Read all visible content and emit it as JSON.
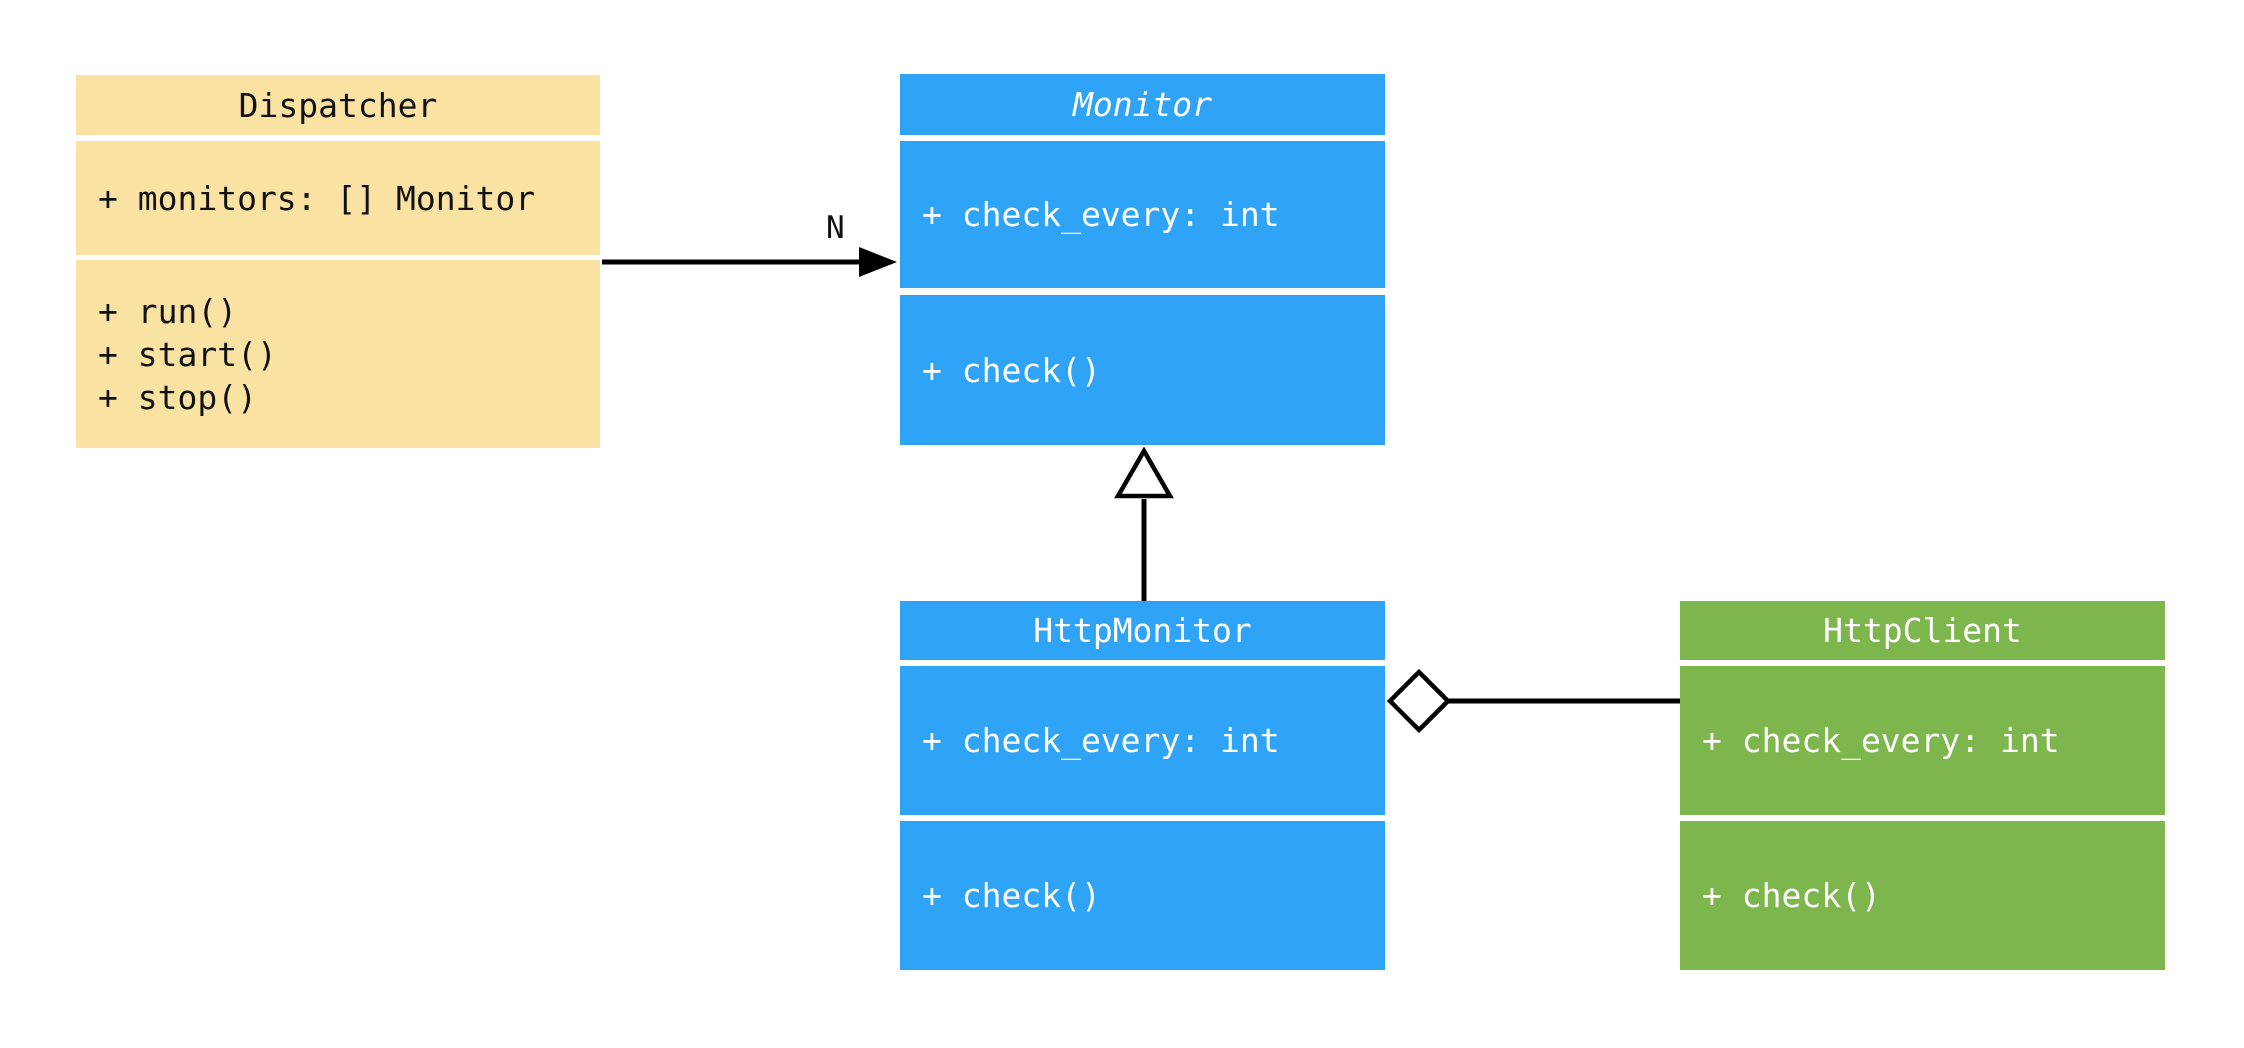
{
  "diagram": {
    "kind": "uml-class-diagram",
    "background": "#FFFFFF",
    "classes": [
      {
        "name": "Dispatcher",
        "abstract": false,
        "fill": "#FAE3A2",
        "text_color": "#111111",
        "attributes": [
          "+ monitors: [] Monitor"
        ],
        "methods": [
          "+ run()",
          "+ start()",
          "+ stop()"
        ]
      },
      {
        "name": "Monitor",
        "abstract": true,
        "fill": "#2FA4F7",
        "text_color": "#FFFFFF",
        "attributes": [
          "+ check_every: int"
        ],
        "methods": [
          "+ check()"
        ]
      },
      {
        "name": "HttpMonitor",
        "abstract": false,
        "fill": "#2FA4F7",
        "text_color": "#FFFFFF",
        "attributes": [
          "+ check_every: int"
        ],
        "methods": [
          "+ check()"
        ]
      },
      {
        "name": "HttpClient",
        "abstract": false,
        "fill": "#7CB64C",
        "text_color": "#FFFFFF",
        "attributes": [
          "+ check_every: int"
        ],
        "methods": [
          "+ check()"
        ]
      }
    ],
    "relationships": [
      {
        "type": "association",
        "from": "Dispatcher",
        "to": "Monitor",
        "multiplicity": "N",
        "arrow": "filled-arrowhead",
        "line_color": "#000000"
      },
      {
        "type": "inheritance",
        "from": "HttpMonitor",
        "to": "Monitor",
        "arrow": "hollow-triangle",
        "line_color": "#000000"
      },
      {
        "type": "aggregation",
        "from": "HttpMonitor",
        "to": "HttpClient",
        "arrow": "hollow-diamond",
        "line_color": "#000000"
      }
    ]
  }
}
